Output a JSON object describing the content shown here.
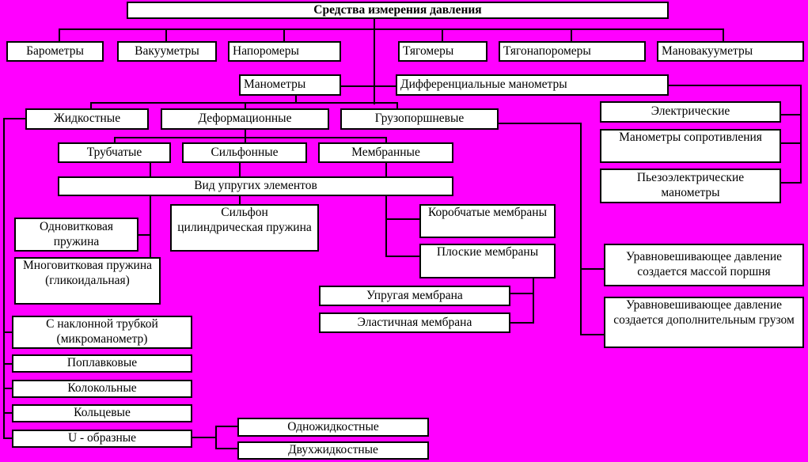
{
  "diagram": {
    "colors": {
      "background": "#ff00ff",
      "box_fill": "#ffffff",
      "line": "#000000"
    },
    "nodes": {
      "title": "Средства измерения давления",
      "barometers": "Барометры",
      "vacuummeters": "Вакууметры",
      "napromers": "Напоромеры",
      "tyagomers": "Тягомеры",
      "tyagonapromers": "Тягонапоромеры",
      "manovacuummeters": "Мановакууметры",
      "manometers": "Манометры",
      "differential": "Дифференциальные манометры",
      "liquid": "Жидкостные",
      "deformation": "Деформационные",
      "piston": "Грузопоршневые",
      "electric": "Электрические",
      "resistance": "Манометры сопротивления",
      "piezo": "Пьезоэлектрические\nманометры",
      "tubular": "Трубчатые",
      "bellows": "Сильфонные",
      "membrane": "Мембранные",
      "elastic_elements": "Вид упругих элементов",
      "single_coil": "Одновитковая\nпружина",
      "bellows_spring": "Сильфон\nцилиндрическая пружина",
      "multi_coil": "Многовитковая пружина\n(гликоидальная)",
      "box_membranes": "Коробчатые мембраны",
      "flat_membranes": "Плоские мембраны",
      "elastic_membrane": "Упругая мембрана",
      "elastichnaya_membrane": "Эластичная мембрана",
      "balance_piston": "Уравновешивающее давление\nсоздается массой поршня",
      "balance_load": "Уравновешивающее давление\nсоздается дополнительным грузом",
      "inclined": "С наклонной трубкой\n(микроманометр)",
      "float_type": "Поплавковые",
      "bell_type": "Колокольные",
      "ring_type": "Кольцевые",
      "u_shaped": "U - образные",
      "single_liquid": "Одножидкостные",
      "double_liquid": "Двухжидкостные"
    }
  }
}
